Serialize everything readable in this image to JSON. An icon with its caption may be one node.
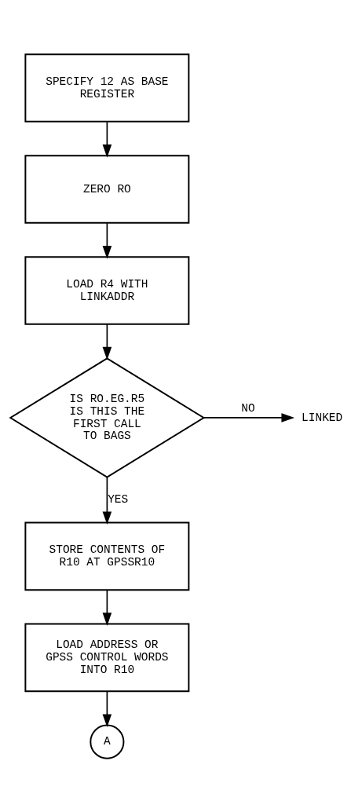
{
  "diagram": {
    "nodes": [
      {
        "text": [
          "SPECIFY 12 AS BASE REGISTER"
        ]
      },
      {
        "text": [
          "ZERO RO"
        ]
      },
      {
        "text": [
          "LOAD R4 WITH LINKADDR"
        ]
      },
      {
        "text": [
          "IS RO.EG.R5 IS THIS THE FIRST CALL TO BAGS"
        ]
      },
      {
        "text": [
          "LINKED"
        ]
      },
      {
        "text": [
          "STORE CONTENTS OF R10 AT GPSSR10"
        ]
      },
      {
        "text": [
          "LOAD ADDRESS OR GPSS CONTROL WORDS INTO R10"
        ]
      },
      {
        "text": [
          "A"
        ]
      }
    ],
    "edges": [
      {
        "from": 0,
        "to": 1,
        "arrow": "to"
      },
      {
        "from": 1,
        "to": 2,
        "arrow": "to"
      },
      {
        "from": 2,
        "to": 3,
        "arrow": "to"
      },
      {
        "from": 3,
        "to": 4,
        "arrow": "to",
        "label": "NO"
      },
      {
        "from": 3,
        "to": 5,
        "arrow": "to",
        "label": "YES"
      },
      {
        "from": 5,
        "to": 6,
        "arrow": "to"
      },
      {
        "from": 6,
        "to": 7,
        "arrow": "to"
      }
    ]
  }
}
